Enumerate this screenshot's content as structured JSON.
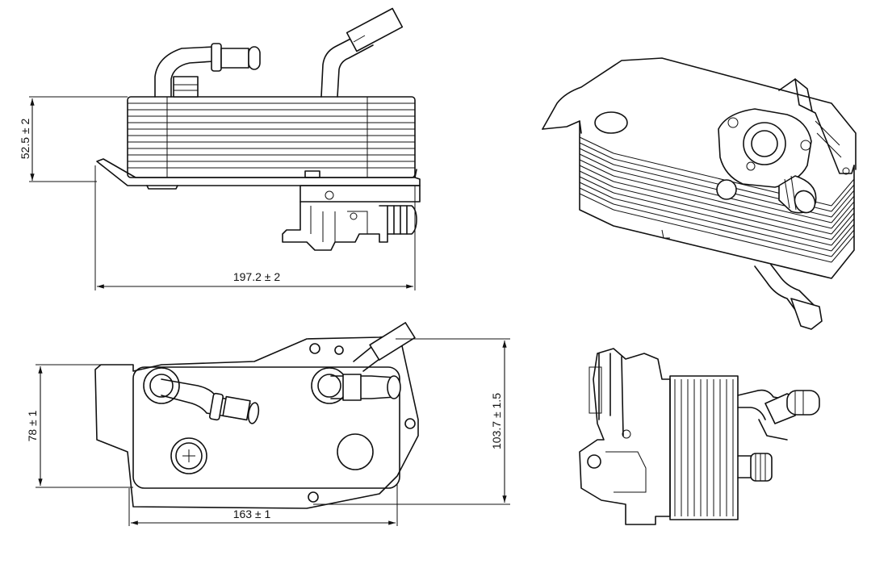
{
  "dimensions": {
    "height_side": "52.5 ± 2",
    "length_side": "197.2 ± 2",
    "width_top": "78 ± 1",
    "overall_width_top": "103.7 ± 1.5",
    "length_top": "163 ± 1"
  },
  "views": [
    "side-view",
    "isometric-view",
    "top-view",
    "end-view"
  ]
}
